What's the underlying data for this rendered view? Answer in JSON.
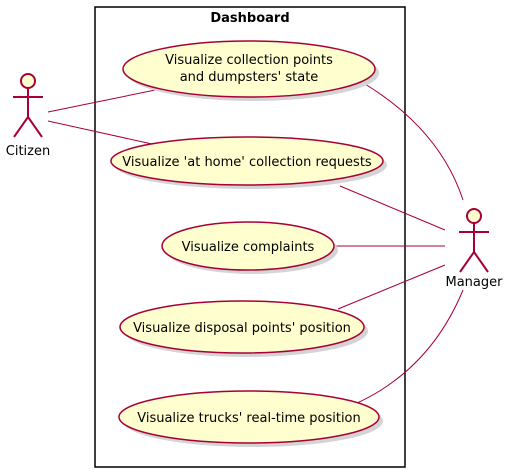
{
  "system": {
    "title": "Dashboard"
  },
  "actors": {
    "citizen": {
      "label": "Citizen"
    },
    "manager": {
      "label": "Manager"
    }
  },
  "use_cases": [
    {
      "id": "uc1",
      "lines": [
        "Visualize collection points",
        "and dumpsters' state"
      ]
    },
    {
      "id": "uc2",
      "lines": [
        "Visualize 'at home' collection requests"
      ]
    },
    {
      "id": "uc3",
      "lines": [
        "Visualize complaints"
      ]
    },
    {
      "id": "uc4",
      "lines": [
        "Visualize disposal points' position"
      ]
    },
    {
      "id": "uc5",
      "lines": [
        "Visualize trucks' real-time position"
      ]
    }
  ],
  "colors": {
    "fill": "#FEFECE",
    "stroke": "#A80036",
    "border": "#000000"
  }
}
